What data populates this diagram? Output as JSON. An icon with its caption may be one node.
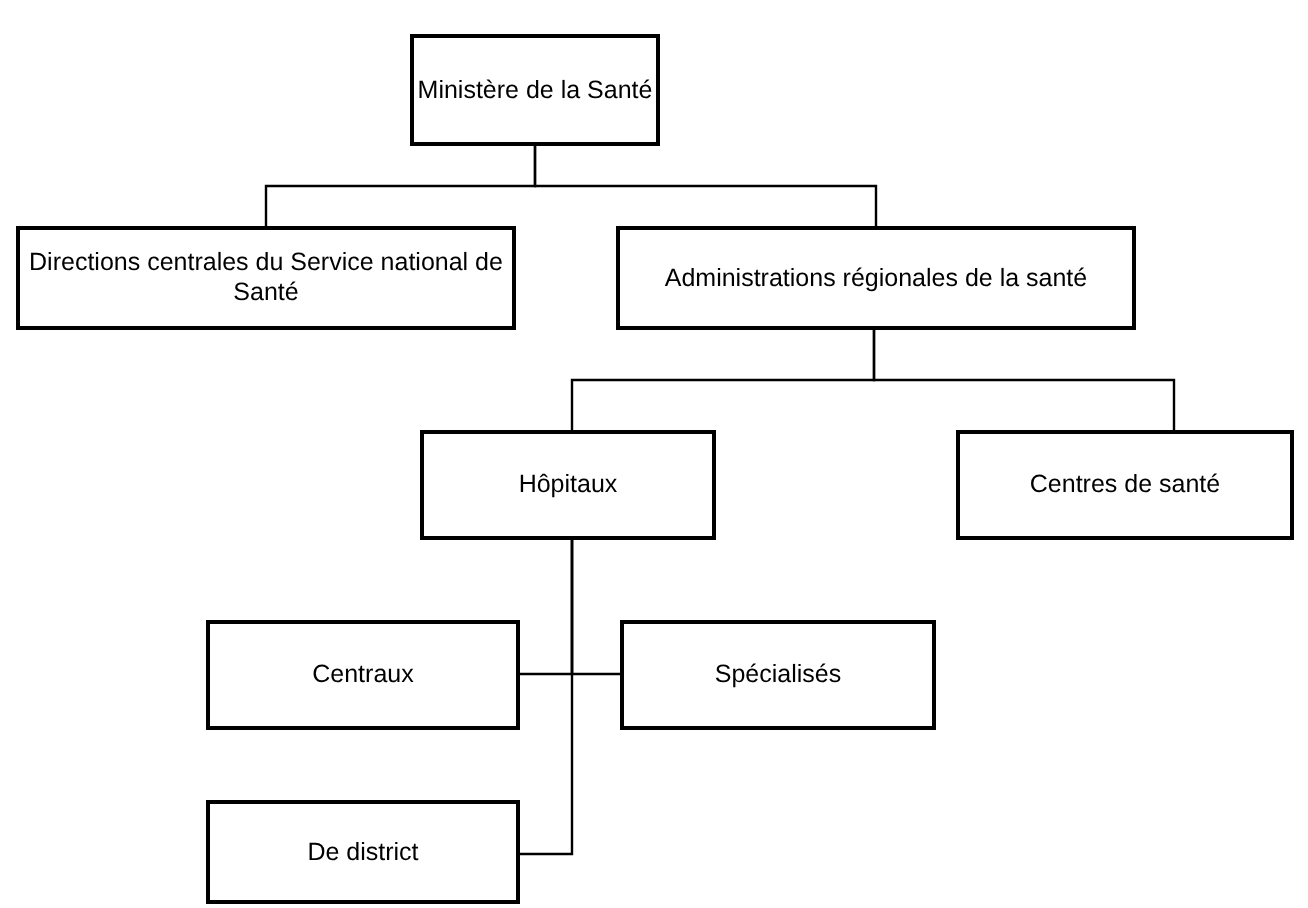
{
  "diagram": {
    "nodes": [
      {
        "text": [
          "Ministère de la Santé"
        ]
      },
      {
        "text": [
          "Directions centrales du Service national de Santé"
        ]
      },
      {
        "text": [
          "Administrations régionales de la santé"
        ]
      },
      {
        "text": [
          "Hôpitaux"
        ]
      },
      {
        "text": [
          "Centres de santé"
        ]
      },
      {
        "text": [
          "Centraux"
        ]
      },
      {
        "text": [
          "Spécialisés"
        ]
      },
      {
        "text": [
          "De district"
        ]
      }
    ],
    "edges": [
      {
        "from": 0,
        "to": 1,
        "arrow": "none"
      },
      {
        "from": 0,
        "to": 2,
        "arrow": "none"
      },
      {
        "from": 2,
        "to": 3,
        "arrow": "none"
      },
      {
        "from": 2,
        "to": 4,
        "arrow": "none"
      },
      {
        "from": 3,
        "to": 5,
        "arrow": "none"
      },
      {
        "from": 3,
        "to": 6,
        "arrow": "none"
      },
      {
        "from": 3,
        "to": 7,
        "arrow": "none"
      }
    ]
  }
}
